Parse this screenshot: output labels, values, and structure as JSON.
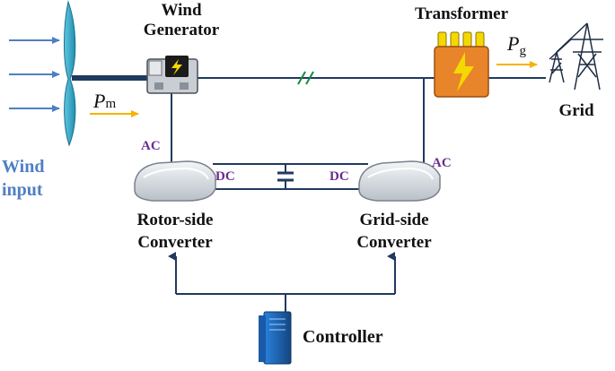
{
  "labels": {
    "wind_generator_line1": "Wind",
    "wind_generator_line2": "Generator",
    "transformer": "Transformer",
    "grid": "Grid",
    "wind_input_line1": "Wind",
    "wind_input_line2": "input",
    "rotor_side_line1": "Rotor-side",
    "rotor_side_line2": "Converter",
    "grid_side_line1": "Grid-side",
    "grid_side_line2": "Converter",
    "controller": "Controller",
    "ac_rotor": "AC",
    "dc_rotor": "DC",
    "dc_grid": "DC",
    "ac_grid": "AC"
  },
  "symbols": {
    "pm_main": "P",
    "pm_sub": "m",
    "pg_main": "P",
    "pg_sub": "g"
  },
  "colors": {
    "wind_arrow": "#4f7fc4",
    "power_arrow": "#f5b400",
    "wire": "#1f3a5f",
    "blade": "#2fa9c9",
    "transformer": "#e8852a",
    "label_ac_dc": "#6a2c91",
    "wind_input_text": "#4f7fc4",
    "controller": "#1f6fd0",
    "break_mark": "#1a8a3c"
  },
  "icons": {
    "generator": "generator-icon",
    "transformer": "transformer-icon",
    "grid": "transmission-tower-icon",
    "converter": "converter-box-icon",
    "controller": "server-cabinet-icon",
    "capacitor": "capacitor-icon"
  }
}
